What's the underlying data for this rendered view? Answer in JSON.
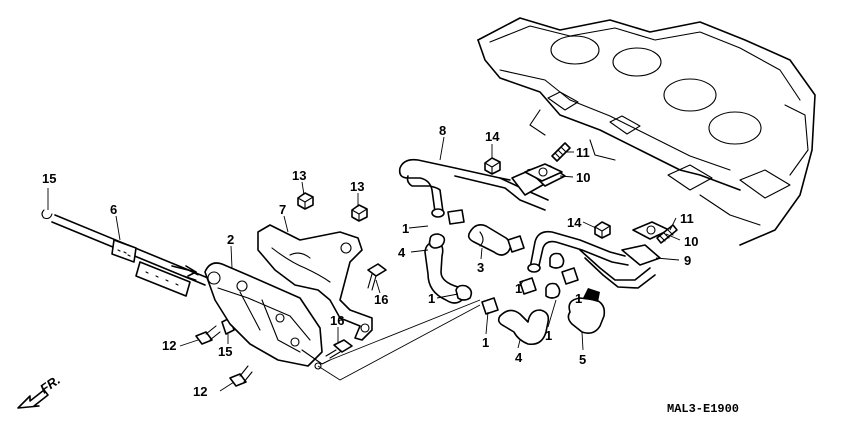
{
  "diagram": {
    "code": "MAL3-E1900",
    "direction_label": "FR.",
    "labels": [
      "1",
      "1",
      "1",
      "1",
      "1",
      "1",
      "2",
      "3",
      "4",
      "4",
      "5",
      "6",
      "7",
      "8",
      "9",
      "10",
      "10",
      "11",
      "11",
      "12",
      "12",
      "13",
      "13",
      "14",
      "14",
      "15",
      "15",
      "16",
      "16"
    ]
  },
  "parts": [
    {
      "ref": "1",
      "label": "1"
    },
    {
      "ref": "2",
      "label": "2"
    },
    {
      "ref": "3",
      "label": "3"
    },
    {
      "ref": "4",
      "label": "4"
    },
    {
      "ref": "5",
      "label": "5"
    },
    {
      "ref": "6",
      "label": "6"
    },
    {
      "ref": "7",
      "label": "7"
    },
    {
      "ref": "8",
      "label": "8"
    },
    {
      "ref": "9",
      "label": "9"
    },
    {
      "ref": "10",
      "label": "10"
    },
    {
      "ref": "11",
      "label": "11"
    },
    {
      "ref": "12",
      "label": "12"
    },
    {
      "ref": "13",
      "label": "13"
    },
    {
      "ref": "14",
      "label": "14"
    },
    {
      "ref": "15",
      "label": "15"
    },
    {
      "ref": "16",
      "label": "16"
    }
  ]
}
